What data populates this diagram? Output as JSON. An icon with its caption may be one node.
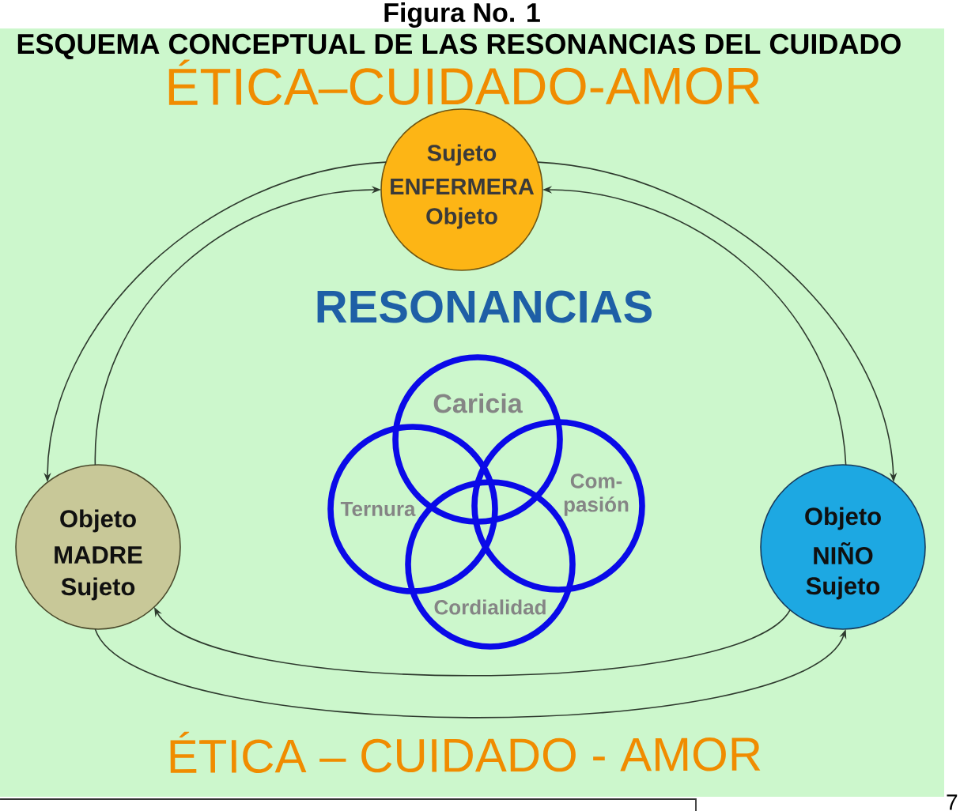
{
  "diagram": {
    "title": "ESQUEMA CONCEPTUAL DE LAS RESONANCIAS DEL CUIDADO",
    "caption": "Figura No. 1",
    "nodes": [
      {
        "text": [
          "Sujeto",
          "ENFERMERA",
          "Objeto"
        ]
      },
      {
        "text": [
          "Caricia"
        ]
      },
      {
        "text": [
          "Ternura"
        ]
      },
      {
        "text": [
          "Com- pasión"
        ]
      },
      {
        "text": [
          "Objeto",
          "MADRE",
          "Sujeto"
        ]
      },
      {
        "text": [
          "Objeto",
          "NIÑO",
          "Sujeto"
        ]
      },
      {
        "text": [
          "Cordialidad"
        ]
      }
    ],
    "edges": [
      {
        "from": 0,
        "to": 4,
        "arrow": "to"
      },
      {
        "from": 4,
        "to": 0,
        "arrow": "to"
      },
      {
        "from": 0,
        "to": 5,
        "arrow": "to"
      },
      {
        "from": 5,
        "to": 0,
        "arrow": "to"
      },
      {
        "from": 5,
        "to": 4,
        "arrow": "to"
      },
      {
        "from": 4,
        "to": 5,
        "arrow": "to"
      }
    ],
    "labels": [
      "ÉTICA–CUIDADO-AMOR",
      "RESONANCIAS",
      "ÉTICA – CUIDADO - AMOR",
      "7"
    ]
  }
}
